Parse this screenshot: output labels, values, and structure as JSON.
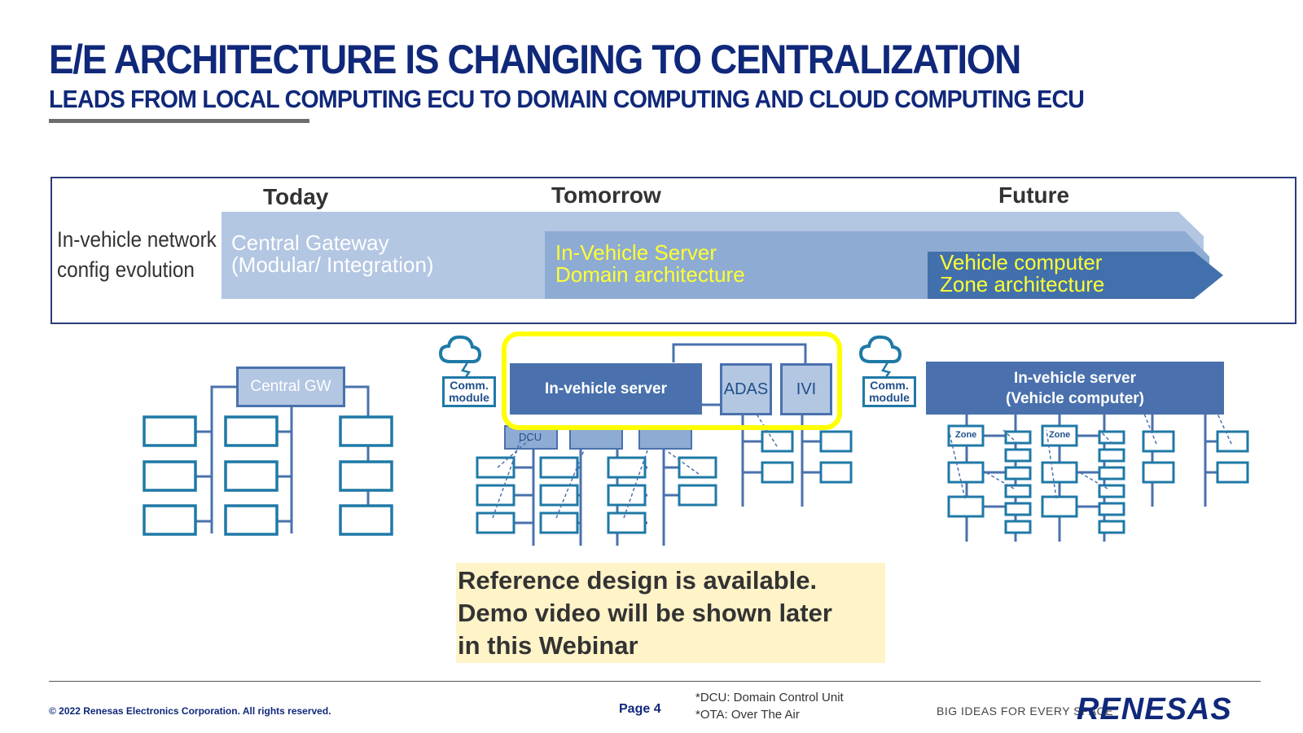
{
  "header": {
    "title": "E/E ARCHITECTURE IS CHANGING TO CENTRALIZATION",
    "subtitle": "LEADS FROM LOCAL COMPUTING ECU TO DOMAIN COMPUTING AND CLOUD COMPUTING ECU"
  },
  "evolution": {
    "row_label_line1": "In-vehicle network",
    "row_label_line2": "config evolution",
    "phases": {
      "today": "Today",
      "tomorrow": "Tomorrow",
      "future": "Future"
    },
    "arrows": {
      "today_line1": "Central Gateway",
      "today_line2": "(Modular/ Integration)",
      "tomorrow_line1": "In-Vehicle Server",
      "tomorrow_line2": "Domain architecture",
      "future_line1": "Vehicle computer",
      "future_line2": "Zone architecture"
    }
  },
  "diagrams": {
    "central_gw": "Central GW",
    "comm_module": "Comm. module",
    "in_vehicle_server": "In-vehicle server",
    "adas": "ADAS",
    "ivi": "IVI",
    "dcu": "DCU",
    "vehicle_computer_line1": "In-vehicle server",
    "vehicle_computer_line2": "(Vehicle computer)",
    "zone": "Zone"
  },
  "callout": {
    "line1": "Reference design is available.",
    "line2": "Demo video will be shown later",
    "line3": "in this Webinar"
  },
  "footer": {
    "copyright": "© 2022 Renesas Electronics Corporation. All rights reserved.",
    "page": "Page 4",
    "note_dcu": "*DCU: Domain Control Unit",
    "note_ota": "*OTA: Over The Air",
    "tagline": "BIG IDEAS FOR EVERY SPACE",
    "logo": "RENESAS"
  },
  "colors": {
    "title_blue": "#10287a",
    "arrow_light": "#b3c6e2",
    "arrow_mid": "#8eabd3",
    "arrow_dark": "#4270ac",
    "server_blue": "#4a71ad",
    "ecu_outline": "#1f79a6",
    "highlight_yellow": "#ffff00",
    "callout_bg": "#fff3c8"
  }
}
